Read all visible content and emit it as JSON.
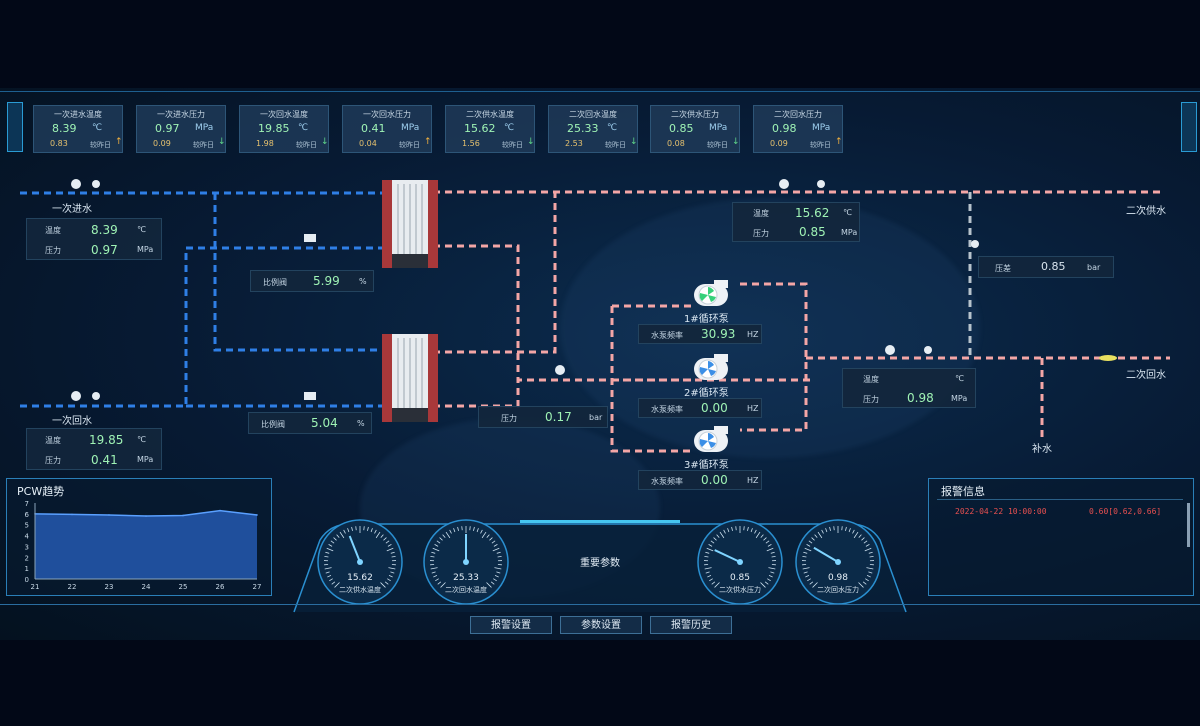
{
  "cards": [
    {
      "title": "一次进水温度",
      "value": "8.39",
      "unit": "℃",
      "compare": "0.83",
      "compare_label": "较昨日",
      "trend": "up"
    },
    {
      "title": "一次进水压力",
      "value": "0.97",
      "unit": "MPa",
      "compare": "0.09",
      "compare_label": "较昨日",
      "trend": "down"
    },
    {
      "title": "一次回水温度",
      "value": "19.85",
      "unit": "℃",
      "compare": "1.98",
      "compare_label": "较昨日",
      "trend": "down"
    },
    {
      "title": "一次回水压力",
      "value": "0.41",
      "unit": "MPa",
      "compare": "0.04",
      "compare_label": "较昨日",
      "trend": "up"
    },
    {
      "title": "二次供水温度",
      "value": "15.62",
      "unit": "℃",
      "compare": "1.56",
      "compare_label": "较昨日",
      "trend": "down"
    },
    {
      "title": "二次回水温度",
      "value": "25.33",
      "unit": "℃",
      "compare": "2.53",
      "compare_label": "较昨日",
      "trend": "down"
    },
    {
      "title": "二次供水压力",
      "value": "0.85",
      "unit": "MPa",
      "compare": "0.08",
      "compare_label": "较昨日",
      "trend": "down"
    },
    {
      "title": "二次回水压力",
      "value": "0.98",
      "unit": "MPa",
      "compare": "0.09",
      "compare_label": "较昨日",
      "trend": "up"
    }
  ],
  "arrows": {
    "up": "↑",
    "down": "↓"
  },
  "diagram": {
    "primary_in": {
      "label": "一次进水",
      "temp_label": "温度",
      "temp": "8.39",
      "temp_unit": "℃",
      "press_label": "压力",
      "press": "0.97",
      "press_unit": "MPa"
    },
    "primary_out": {
      "label": "一次回水",
      "temp_label": "温度",
      "temp": "19.85",
      "temp_unit": "℃",
      "press_label": "压力",
      "press": "0.41",
      "press_unit": "MPa"
    },
    "valve1": {
      "label": "比例阀",
      "value": "5.99",
      "unit": "%"
    },
    "valve2": {
      "label": "比例阀",
      "value": "5.04",
      "unit": "%"
    },
    "supply": {
      "label": "二次供水",
      "temp_label": "温度",
      "temp": "15.62",
      "temp_unit": "℃",
      "press_label": "压力",
      "press": "0.85",
      "press_unit": "MPa"
    },
    "diffp": {
      "label": "压差",
      "value": "0.85",
      "unit": "bar"
    },
    "pump_press": {
      "label": "压力",
      "value": "0.17",
      "unit": "bar"
    },
    "return": {
      "label": "二次回水",
      "temp_label": "温度",
      "temp": "",
      "temp_unit": "℃",
      "press_label": "压力",
      "press": "0.98",
      "press_unit": "MPa"
    },
    "makeup": {
      "label": "补水"
    },
    "pumps": [
      {
        "name": "1#循环泵",
        "freq_label": "水泵频率",
        "freq": "30.93",
        "unit": "HZ",
        "running": true
      },
      {
        "name": "2#循环泵",
        "freq_label": "水泵频率",
        "freq": "0.00",
        "unit": "HZ",
        "running": false
      },
      {
        "name": "3#循环泵",
        "freq_label": "水泵频率",
        "freq": "0.00",
        "unit": "HZ",
        "running": false
      }
    ]
  },
  "trend_panel": {
    "title": "PCW趋势"
  },
  "chart_data": {
    "type": "area",
    "title": "PCW趋势",
    "x": [
      21,
      22,
      23,
      24,
      25,
      26,
      27
    ],
    "y": [
      6.0,
      5.95,
      5.9,
      5.8,
      5.85,
      6.3,
      5.9
    ],
    "xlabel": "",
    "ylabel": "",
    "ylim": [
      0,
      7
    ],
    "yticks": [
      0,
      1,
      2,
      3,
      4,
      5,
      6,
      7
    ],
    "xticks": [
      21,
      22,
      23,
      24,
      25,
      26,
      27
    ],
    "color": "#2f6fd0"
  },
  "alarm_panel": {
    "title": "报警信息",
    "rows": [
      {
        "time": "2022-04-22 10:00:00",
        "value": "0.60[0.62,0.66]"
      }
    ]
  },
  "center_panel": {
    "title": "重要参数"
  },
  "gauges": [
    {
      "label": "二次供水温度",
      "value": "15.62",
      "fraction": 0.42
    },
    {
      "label": "二次回水温度",
      "value": "25.33",
      "fraction": 0.5
    },
    {
      "label": "二次供水压力",
      "value": "0.85",
      "fraction": 0.26
    },
    {
      "label": "二次回水压力",
      "value": "0.98",
      "fraction": 0.28
    }
  ],
  "buttons": {
    "alarm_settings": "报警设置",
    "param_settings": "参数设置",
    "alarm_history": "报警历史"
  },
  "colors": {
    "cold_pipe": "#2f7fe6",
    "hot_pipe": "#f4a6a6",
    "gray_pipe": "#b7c3cc",
    "value": "#9ff3b5"
  }
}
